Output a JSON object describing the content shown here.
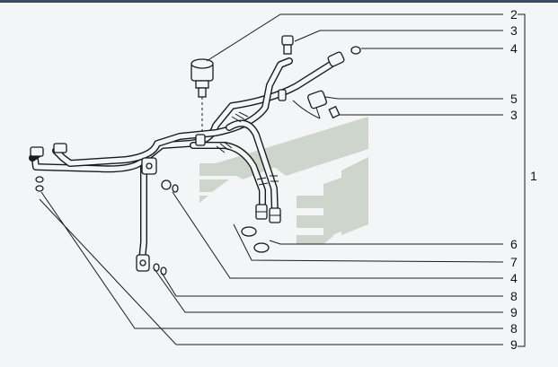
{
  "callouts": {
    "c2": "2",
    "c3a": "3",
    "c4a": "4",
    "c5": "5",
    "c3b": "3",
    "c1": "1",
    "c6": "6",
    "c7": "7",
    "c4b": "4",
    "c8a": "8",
    "c9a": "9",
    "c8b": "8",
    "c9b": "9"
  },
  "colors": {
    "background": "#f4f5f6",
    "line": "#1a1a1a",
    "watermark": "#c9d2c9",
    "top_border": "#3b4a66"
  },
  "watermark": "chevron-logo-watermark"
}
